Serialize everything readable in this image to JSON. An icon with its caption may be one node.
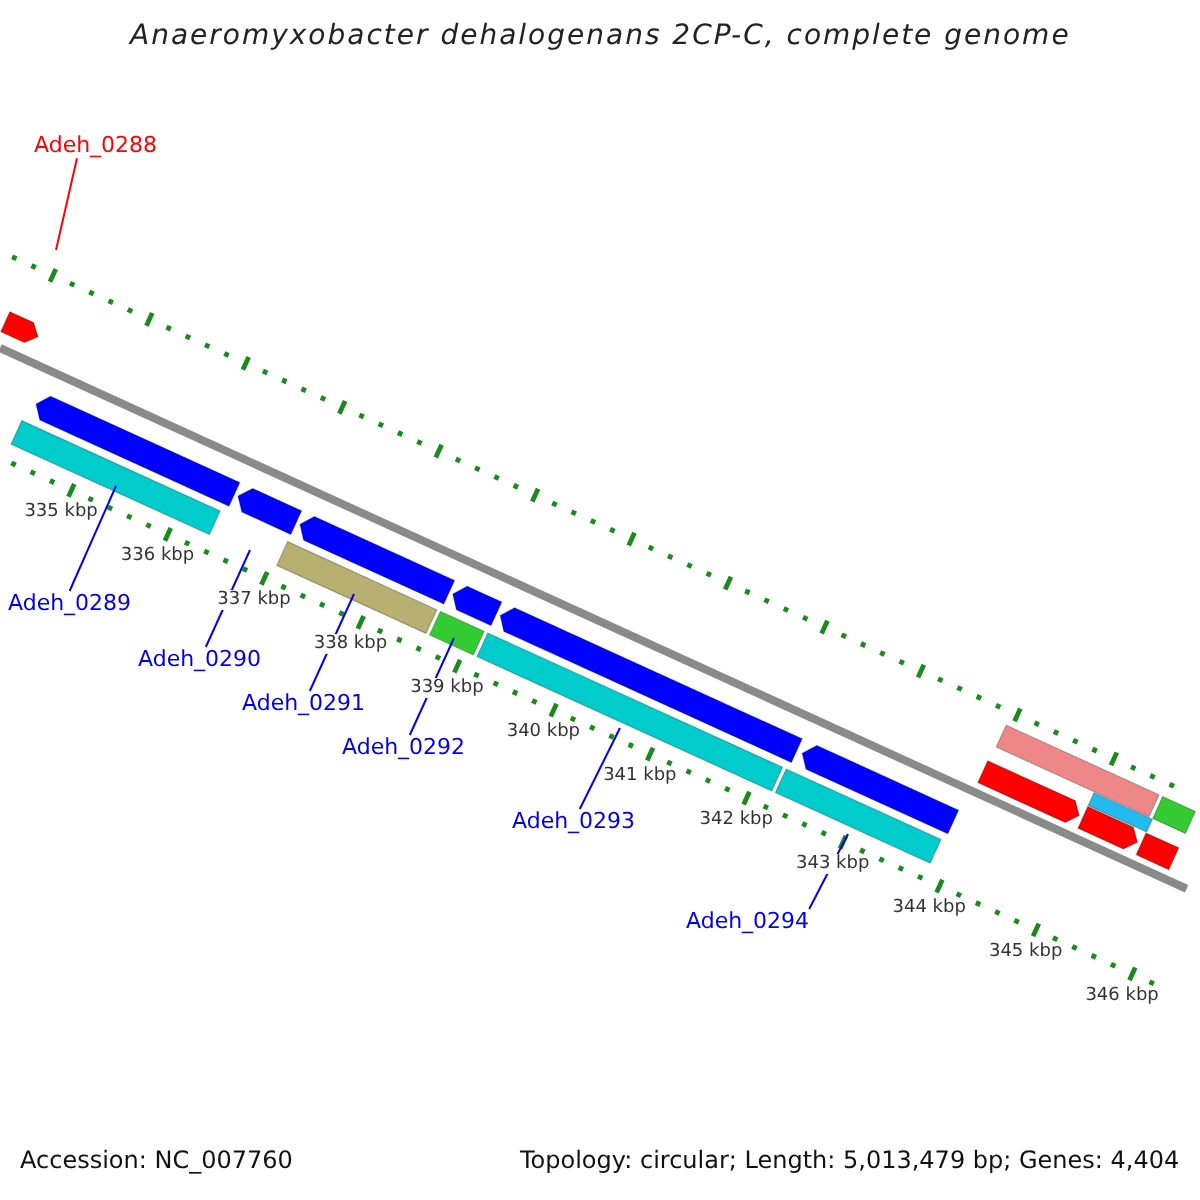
{
  "diagram": {
    "title": "Anaeromyxobacter dehalogenans 2CP-C, complete genome",
    "nodes": [
      {
        "text": [
          "Adeh_0288"
        ]
      },
      {
        "text": [
          "Adeh_0289"
        ]
      },
      {
        "text": [
          "Adeh_0290"
        ]
      },
      {
        "text": [
          "Adeh_0291"
        ]
      },
      {
        "text": [
          "Adeh_0292"
        ]
      },
      {
        "text": [
          "Adeh_0293"
        ]
      },
      {
        "text": [
          "Adeh_0294"
        ]
      }
    ],
    "edges": [
      {
        "from": 0,
        "to": null,
        "arrow": "none",
        "color": "#ff0000"
      },
      {
        "from": 1,
        "to": null,
        "arrow": "none"
      },
      {
        "from": 2,
        "to": null,
        "arrow": "none"
      },
      {
        "from": 3,
        "to": null,
        "arrow": "none"
      },
      {
        "from": 4,
        "to": null,
        "arrow": "none"
      },
      {
        "from": 5,
        "to": null,
        "arrow": "none"
      },
      {
        "from": 6,
        "to": null,
        "arrow": "none"
      }
    ],
    "labels": [
      "335 kbp",
      "336 kbp",
      "337 kbp",
      "338 kbp",
      "339 kbp",
      "340 kbp",
      "341 kbp",
      "342 kbp",
      "343 kbp",
      "344 kbp",
      "345 kbp",
      "346 kbp",
      "Accession: NC_007760",
      "Topology: circular; Length: 5,013,479 bp; Genes: 4,404"
    ]
  }
}
